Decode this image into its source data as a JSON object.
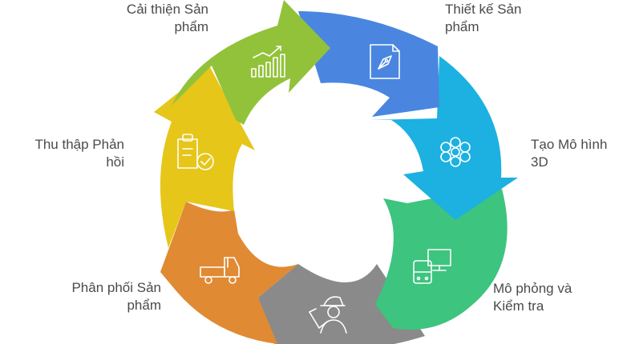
{
  "stages": [
    {
      "id": "improve",
      "line1": "Cải thiện Sản",
      "line2": "phẩm",
      "color": "#92c23a",
      "icon": "chart-icon"
    },
    {
      "id": "design",
      "line1": "Thiết kế Sản",
      "line2": "phẩm",
      "color": "#4a86e0",
      "icon": "design-doc-icon"
    },
    {
      "id": "model",
      "line1": "Tạo Mô hình",
      "line2": "3D",
      "color": "#1cb1e0",
      "icon": "model-3d-icon"
    },
    {
      "id": "simulate",
      "line1": "Mô phỏng và",
      "line2": "Kiểm tra",
      "color": "#3dc47e",
      "icon": "simulation-icon"
    },
    {
      "id": "manufacture",
      "line1": "",
      "line2": "",
      "color": "#8a8a8a",
      "icon": "worker-icon"
    },
    {
      "id": "distribute",
      "line1": "Phân phối Sản",
      "line2": "phẩm",
      "color": "#e08a34",
      "icon": "truck-icon"
    },
    {
      "id": "feedback",
      "line1": "Thu thập Phản",
      "line2": "hồi",
      "color": "#e6c619",
      "icon": "clipboard-check-icon"
    }
  ]
}
